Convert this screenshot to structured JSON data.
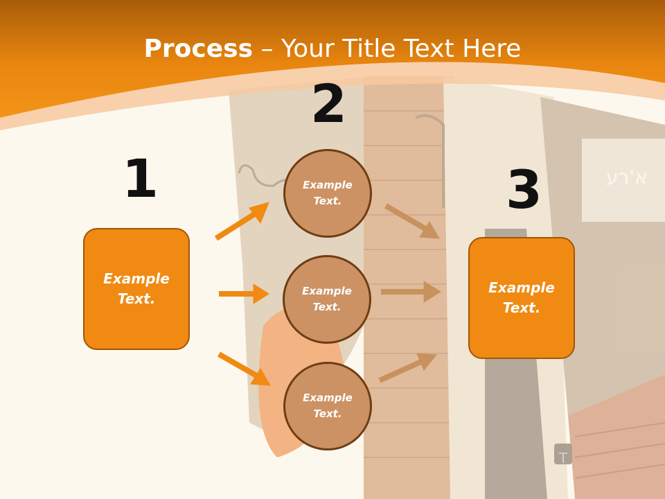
{
  "title": {
    "bold": "Process",
    "dash": " – ",
    "rest": "Your Title Text Here"
  },
  "steps": [
    {
      "number": "1",
      "text_line1": "Example",
      "text_line2": "Text."
    },
    {
      "number": "2"
    },
    {
      "number": "3",
      "text_line1": "Example",
      "text_line2": "Text."
    }
  ],
  "circles": [
    {
      "text_line1": "Example",
      "text_line2": "Text."
    },
    {
      "text_line1": "Example",
      "text_line2": "Text."
    },
    {
      "text_line1": "Example",
      "text_line2": "Text."
    }
  ],
  "background_sign_text": "א'רע",
  "colors": {
    "orange": "#f08a12",
    "brown_circle": "#cc9264",
    "tan_arrow": "#c8925e",
    "header_orange": "#ee8a14"
  }
}
